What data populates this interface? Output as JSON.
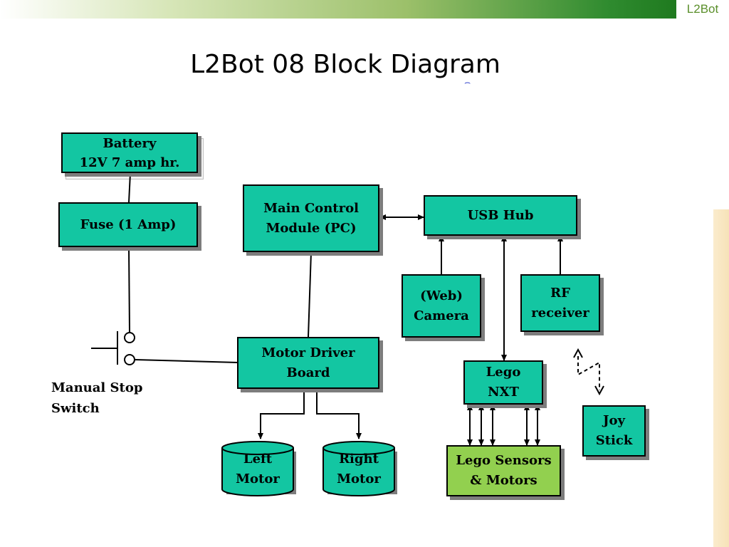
{
  "header": {
    "brand": "L2Bot"
  },
  "slide": {
    "title": "L2Bot 08 Block Diagram"
  },
  "blocks": {
    "battery": "Battery\n12V  7 amp hr.",
    "fuse": "Fuse (1 Amp)",
    "main_control": "Main Control\nModule (PC)",
    "usb_hub": "USB Hub",
    "web_camera": "(Web)\nCamera",
    "rf_receiver": "RF\nreceiver",
    "motor_driver": "Motor Driver\nBoard",
    "lego_nxt": "Lego\nNXT",
    "joy_stick": "Joy\nStick",
    "lego_sensors": "Lego Sensors\n& Motors",
    "left_motor": "Left\nMotor",
    "right_motor": "Right\nMotor"
  },
  "labels": {
    "manual_stop_switch": "Manual Stop\nSwitch"
  },
  "colors": {
    "block": "#13c6a2",
    "block_green": "#92d04f",
    "brand": "#5a8f2a"
  }
}
